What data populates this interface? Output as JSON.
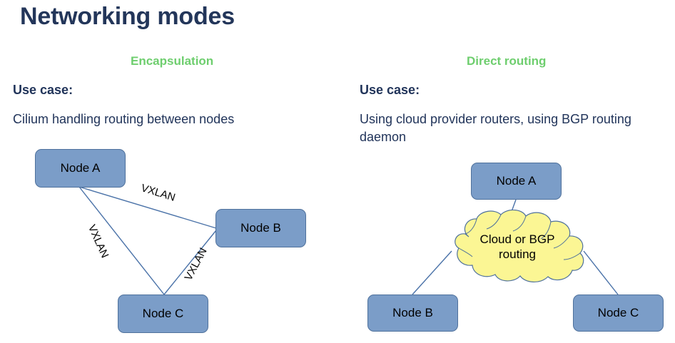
{
  "slide": {
    "title": "Networking modes",
    "background": "#ffffff",
    "title_color": "#23365a",
    "accent_color": "#6ece6e",
    "node_fill": "#7b9dc8",
    "node_border": "#4f719c",
    "cloud_fill": "#fbf694",
    "cloud_border": "#4f719c",
    "connector_color": "#4a72a8"
  },
  "columns": {
    "left": {
      "heading": "Encapsulation",
      "usecase_label": "Use case:",
      "usecase_text": "Cilium handling routing between nodes",
      "diagram": {
        "nodes": [
          {
            "id": "left-node-a",
            "label": "Node A"
          },
          {
            "id": "left-node-b",
            "label": "Node B"
          },
          {
            "id": "left-node-c",
            "label": "Node C"
          }
        ],
        "edges": [
          {
            "id": "vxlan-a-b",
            "label": "VXLAN",
            "from": "Node A",
            "to": "Node B"
          },
          {
            "id": "vxlan-a-c",
            "label": "VXLAN",
            "from": "Node A",
            "to": "Node C"
          },
          {
            "id": "vxlan-b-c",
            "label": "VXLAN",
            "from": "Node B",
            "to": "Node C"
          }
        ]
      }
    },
    "right": {
      "heading": "Direct routing",
      "usecase_label": "Use case:",
      "usecase_text": "Using cloud provider routers, using BGP routing daemon",
      "diagram": {
        "nodes": [
          {
            "id": "right-node-a",
            "label": "Node A"
          },
          {
            "id": "right-node-b",
            "label": "Node B"
          },
          {
            "id": "right-node-c",
            "label": "Node C"
          }
        ],
        "cloud": {
          "line1": "Cloud or BGP",
          "line2": "routing"
        },
        "edges": [
          {
            "from": "Node A",
            "to": "Cloud or BGP routing"
          },
          {
            "from": "Node B",
            "to": "Cloud or BGP routing"
          },
          {
            "from": "Node C",
            "to": "Cloud or BGP routing"
          }
        ]
      }
    }
  }
}
